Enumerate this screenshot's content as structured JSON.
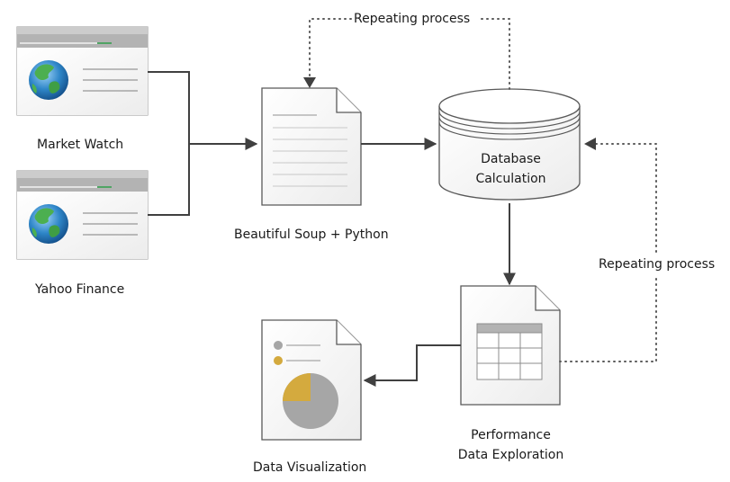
{
  "sources": {
    "market_watch": {
      "label": "Market Watch"
    },
    "yahoo_finance": {
      "label": "Yahoo Finance"
    }
  },
  "scraper": {
    "label": "Beautiful Soup + Python"
  },
  "database": {
    "line1": "Database",
    "line2": "Calculation"
  },
  "exploration": {
    "line1": "Performance",
    "line2": "Data Exploration"
  },
  "visualization": {
    "label": "Data Visualization"
  },
  "loops": {
    "top": {
      "label": "Repeating process"
    },
    "right": {
      "label": "Repeating process"
    }
  },
  "colors": {
    "stroke": "#404040",
    "page_fill": "#f2f2f2",
    "browser_bar": "#a6a6a6",
    "globe_ocean": "#2e86c8",
    "globe_land": "#4caf50",
    "accent_green": "#2e9e4a",
    "pie_gray": "#a6a6a6",
    "pie_gold": "#d4aa3e"
  },
  "icons": [
    "browser-window-icon",
    "globe-icon",
    "document-icon",
    "database-cylinder-icon",
    "spreadsheet-document-icon",
    "pie-chart-document-icon"
  ]
}
